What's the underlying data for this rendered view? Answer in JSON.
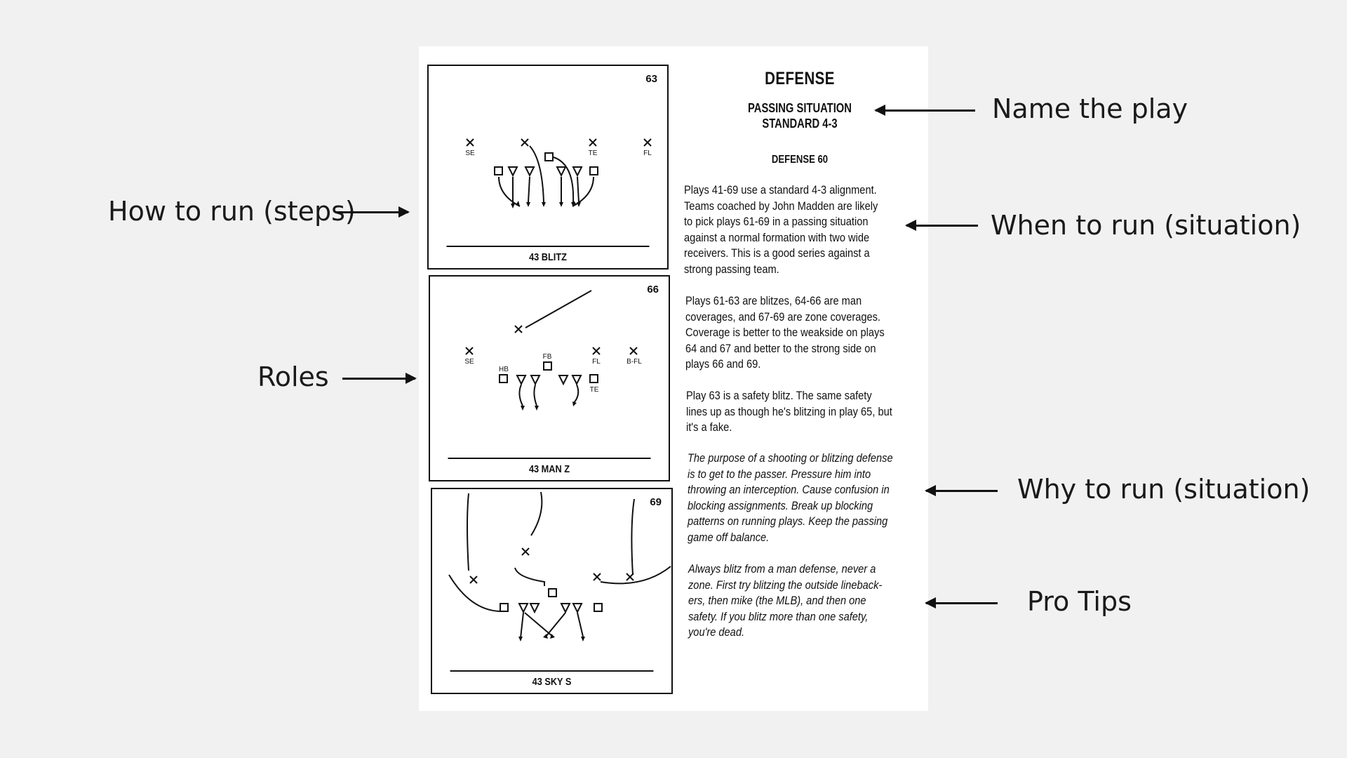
{
  "callouts": {
    "name_the_play": "Name the play",
    "how_to_run": "How to run (steps)",
    "when_to_run": "When to run (situation)",
    "roles": "Roles",
    "why_to_run": "Why to run (situation)",
    "pro_tips": "Pro Tips"
  },
  "playbook_page": {
    "title": "DEFENSE",
    "subtitle_line1": "PASSING SITUATION",
    "subtitle_line2": "STANDARD 4-3",
    "defense_label": "DEFENSE 60",
    "paragraphs": [
      [
        "Plays 41-69 use a standard 4-3 alignment.",
        "Teams coached by John Madden are likely",
        "to pick plays 61-69 in a passing situation",
        "against a normal formation with two wide",
        "receivers.  This is a good series against a",
        "strong passing team."
      ],
      [
        "Plays 61-63 are blitzes, 64-66 are man",
        "coverages, and 67-69 are zone coverages.",
        "Coverage is better to the weakside on plays",
        "64 and 67 and better to the strong side on",
        "plays 66 and 69."
      ],
      [
        "Play 63 is a safety blitz.  The same safety",
        "lines up as though he's blitzing in play 65, but",
        "it's a fake."
      ],
      [
        "The purpose of a shooting or blitzing defense",
        "is to get to the passer. Pressure him into",
        "throwing an interception. Cause confusion in",
        "blocking assignments. Break up blocking",
        "patterns on running plays. Keep the passing",
        "game off balance."
      ],
      [
        "Always blitz from a man defense, never a",
        "zone. First try blitzing the outside lineback-",
        "ers, then mike (the MLB), and then one",
        "safety. If you blitz more than one safety,",
        "you're dead."
      ]
    ],
    "plays": [
      {
        "number": "63",
        "name": "43 BLITZ",
        "labels": [
          "SE",
          "TE",
          "FL"
        ]
      },
      {
        "number": "66",
        "name": "43 MAN Z",
        "labels": [
          "SE",
          "FB",
          "FL",
          "B-FL",
          "HB",
          "TE"
        ]
      },
      {
        "number": "69",
        "name": "43 SKY S",
        "labels": []
      }
    ]
  }
}
